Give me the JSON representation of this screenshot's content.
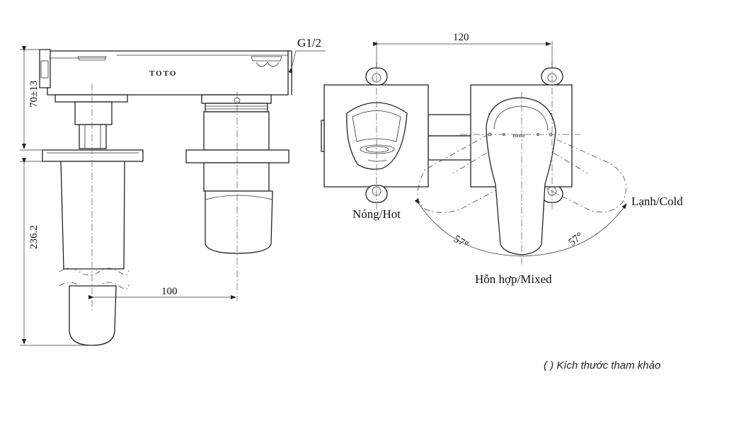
{
  "labels": {
    "thread": "G1/2",
    "hot": "Nóng/Hot",
    "cold": "Lạnh/Cold",
    "mixed": "Hỗn hợp/Mixed",
    "brand": "TOTO",
    "note": "( ) Kích thước tham khảo"
  },
  "dimensions": {
    "top_height": "70±13",
    "spout_length": "236.2",
    "offset": "100",
    "centers": "120",
    "angle_left": "57°",
    "angle_right": "57°"
  }
}
